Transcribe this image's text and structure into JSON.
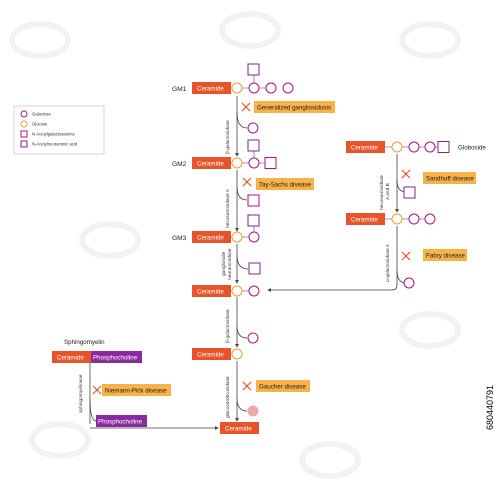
{
  "legend": {
    "galactose": "Galactose",
    "glucose": "Glucose",
    "galnac": "N-Acetylgalactosamine",
    "neuac": "N-Acetylneuraminic  acid"
  },
  "labels": {
    "gm1": "GM1",
    "gm2": "GM2",
    "gm3": "GM3",
    "globoside": "Globoside",
    "sphingomyelin": "Sphingomyelin",
    "ceramide": "Ceramide",
    "phosphocholine": "Phosphocholine"
  },
  "diseases": {
    "generalized_gangliosidosis": "Generalized gangliosidosis",
    "tay_sachs": "Tay-Sachs disease",
    "sandhoff": "Sandhoff disease",
    "fabry": "Fabry disease",
    "gaucher": "Gaucher disease",
    "niemann_pick": "Niemann-Pick disease"
  },
  "enzymes": {
    "beta_galactosidase": "β-galactosidase",
    "hexosaminidase_a": "hexosaminidase A",
    "ganglioside_neuraminidase_1": "ganglioside",
    "ganglioside_neuraminidase_2": "neuraminidase",
    "beta_galactosidase_2": "β-galactosidase",
    "glucocerebrosidase": "glucocerebrosidase",
    "sphingomyelinase": "sphingomyelinase",
    "hexosaminidase_ab_1": "hexosaminidase",
    "hexosaminidase_ab_2": "A and B",
    "alpha_galactosidase_a": "α-galactosidase A"
  },
  "watermark": {
    "stock_id": "680440791"
  },
  "colors": {
    "ceramide": "#e8542a",
    "disease": "#f7b24a",
    "phosphocholine": "#8a2a9e",
    "galactose": "#b0127f",
    "glucose": "#f29a3a",
    "galnac": "#b0127f",
    "neuac": "#7a2a8e",
    "inhibit_x": "#e8542a",
    "line": "#444444",
    "glucose_free": "#eeaaaa"
  }
}
